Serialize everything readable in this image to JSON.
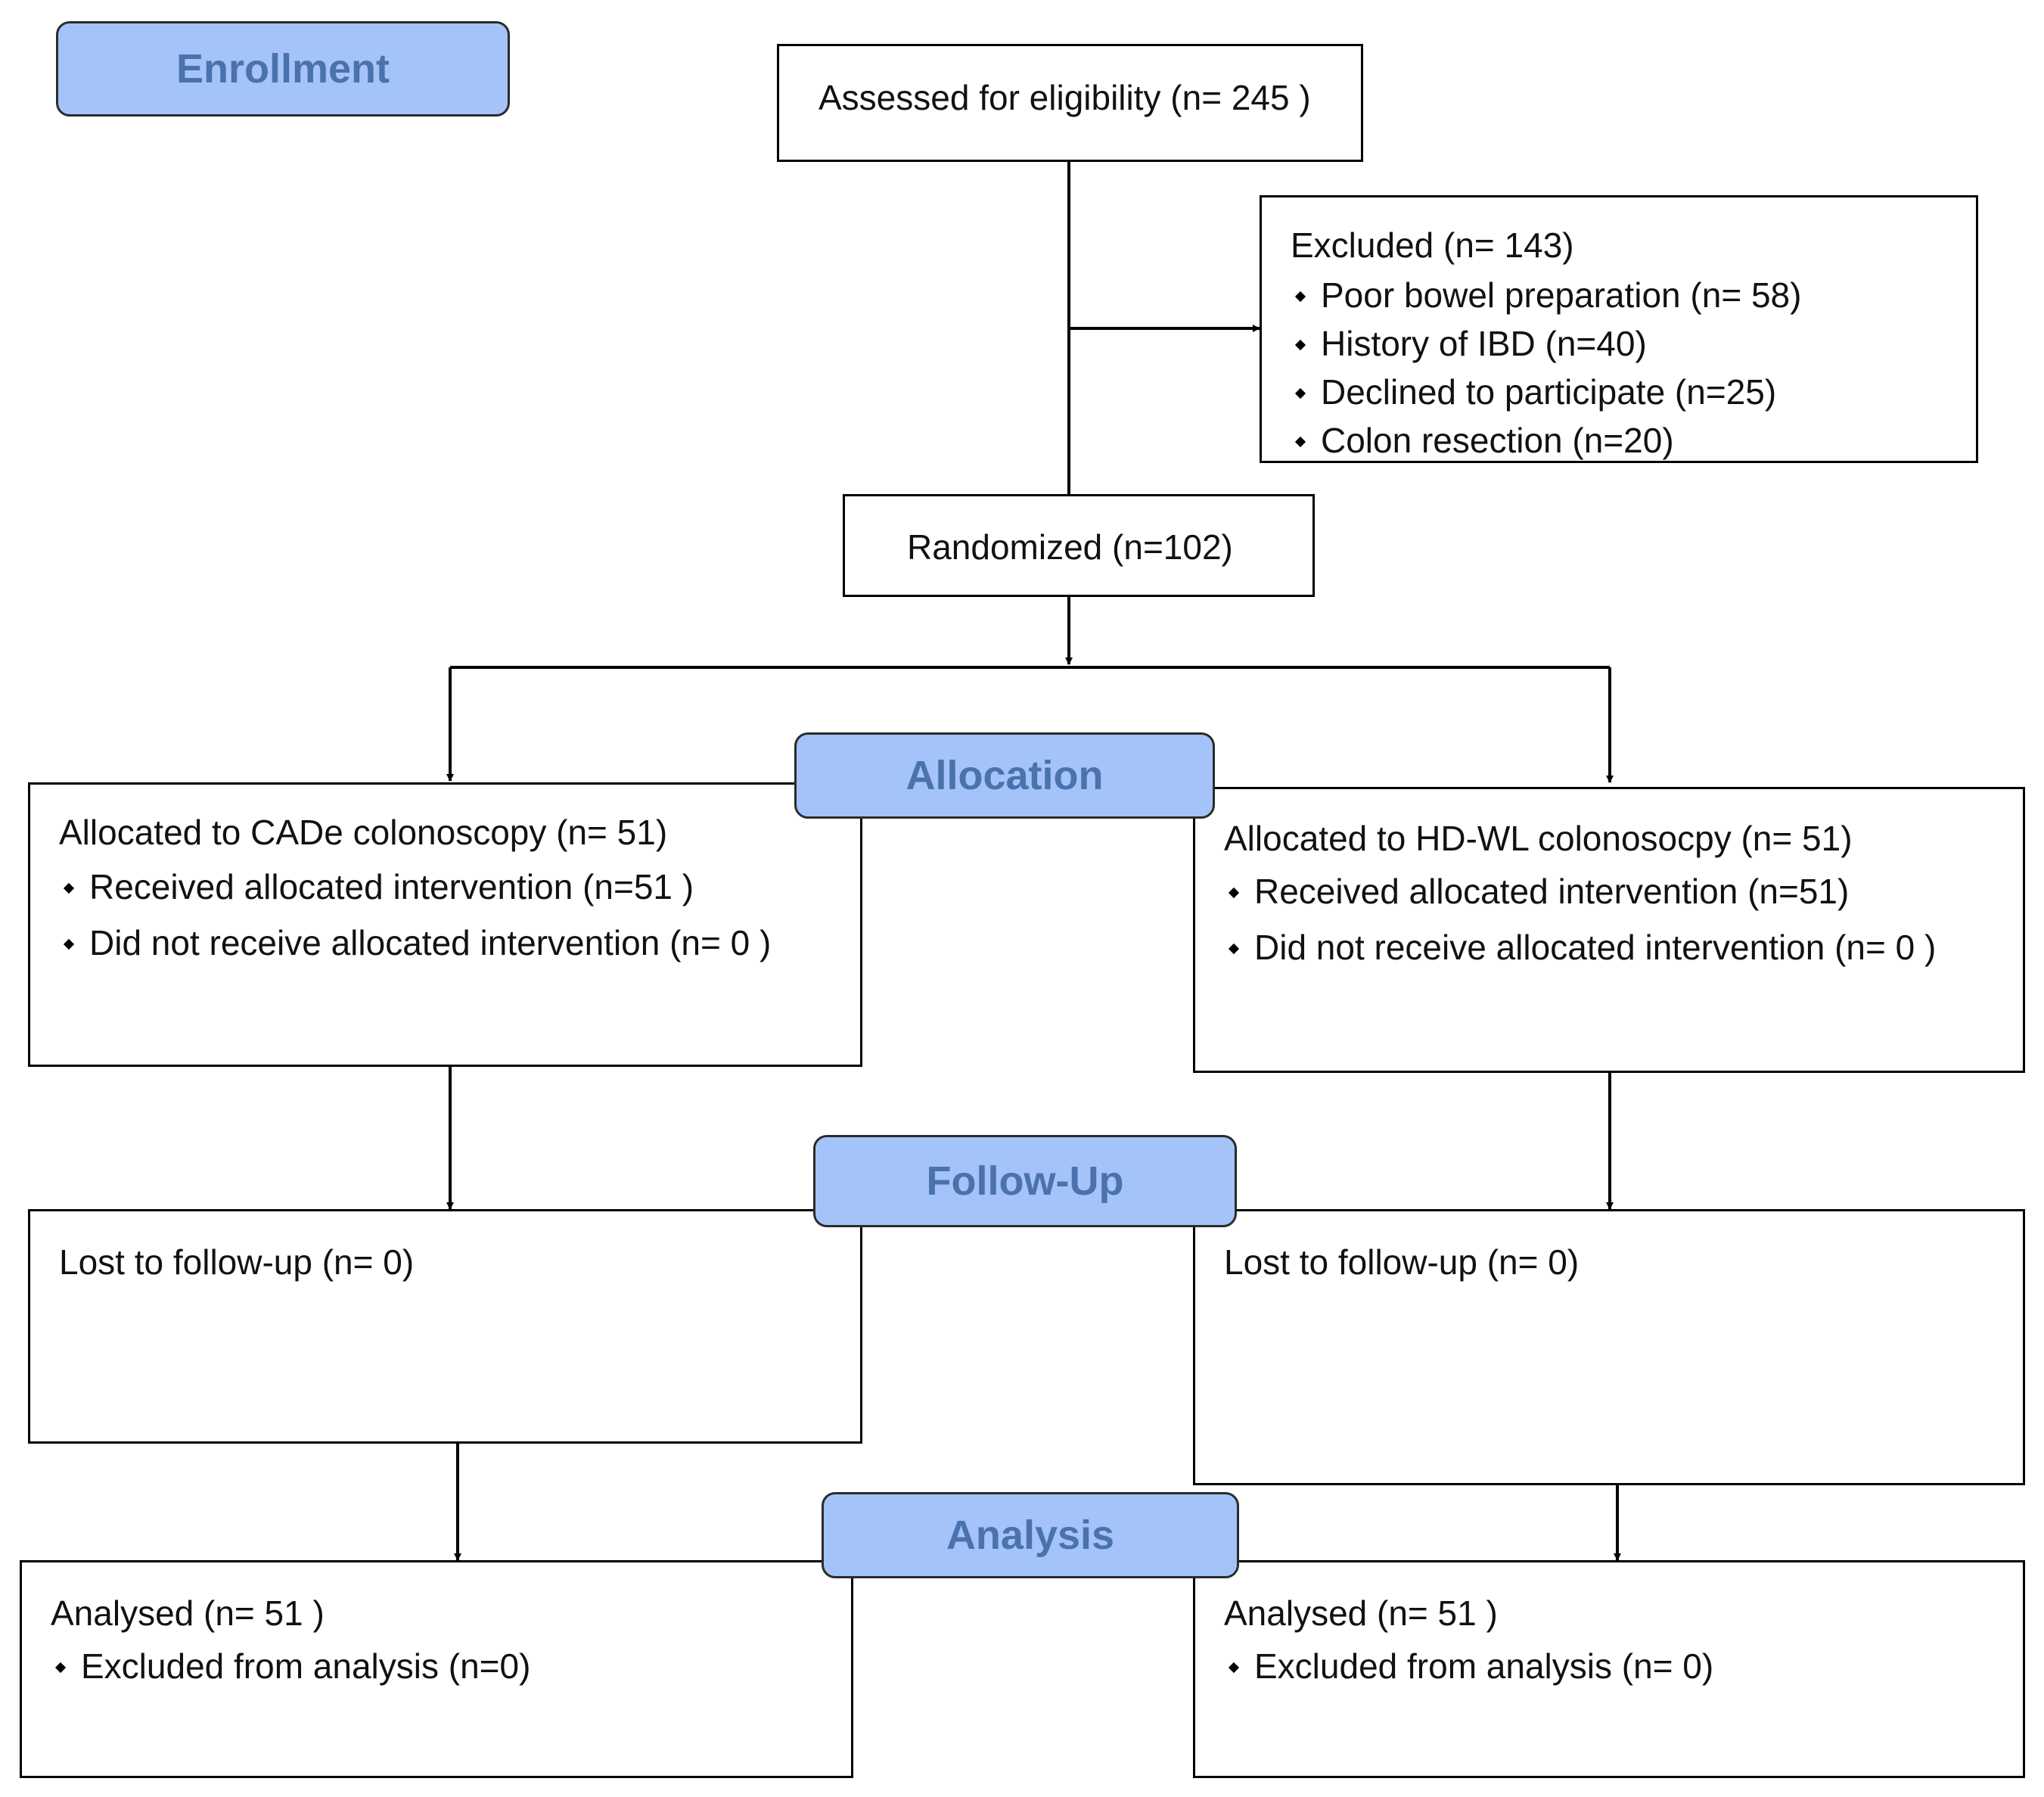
{
  "stages": {
    "enrollment": "Enrollment",
    "allocation": "Allocation",
    "follow_up": "Follow-Up",
    "analysis": "Analysis"
  },
  "assessed": "Assessed for eligibility (n= 245 )",
  "excluded": {
    "title": "Excluded  (n= 143)",
    "items": [
      "Poor bowel preparation (n= 58)",
      "History of IBD (n=40)",
      "Declined to participate (n=25)",
      "Colon resection (n=20)"
    ]
  },
  "randomized": "Randomized (n=102)",
  "arms": {
    "left": {
      "allocation_title": "Allocated to CADe colonoscopy (n= 51)",
      "allocation_items": [
        "Received allocated intervention (n=51 )",
        "Did not receive allocated intervention (n= 0 )"
      ],
      "follow_up": "Lost to follow-up (n= 0)",
      "analysis_title": "Analysed  (n= 51 )",
      "analysis_items": [
        "Excluded from analysis (n=0)"
      ]
    },
    "right": {
      "allocation_title": "Allocated to HD-WL colonosocpy (n= 51)",
      "allocation_items": [
        "Received allocated intervention (n=51)",
        "Did not receive allocated intervention (n= 0 )"
      ],
      "follow_up": "Lost to follow-up (n= 0)",
      "analysis_title": "Analysed  (n= 51 )",
      "analysis_items": [
        "Excluded from analysis  (n= 0)"
      ]
    }
  }
}
